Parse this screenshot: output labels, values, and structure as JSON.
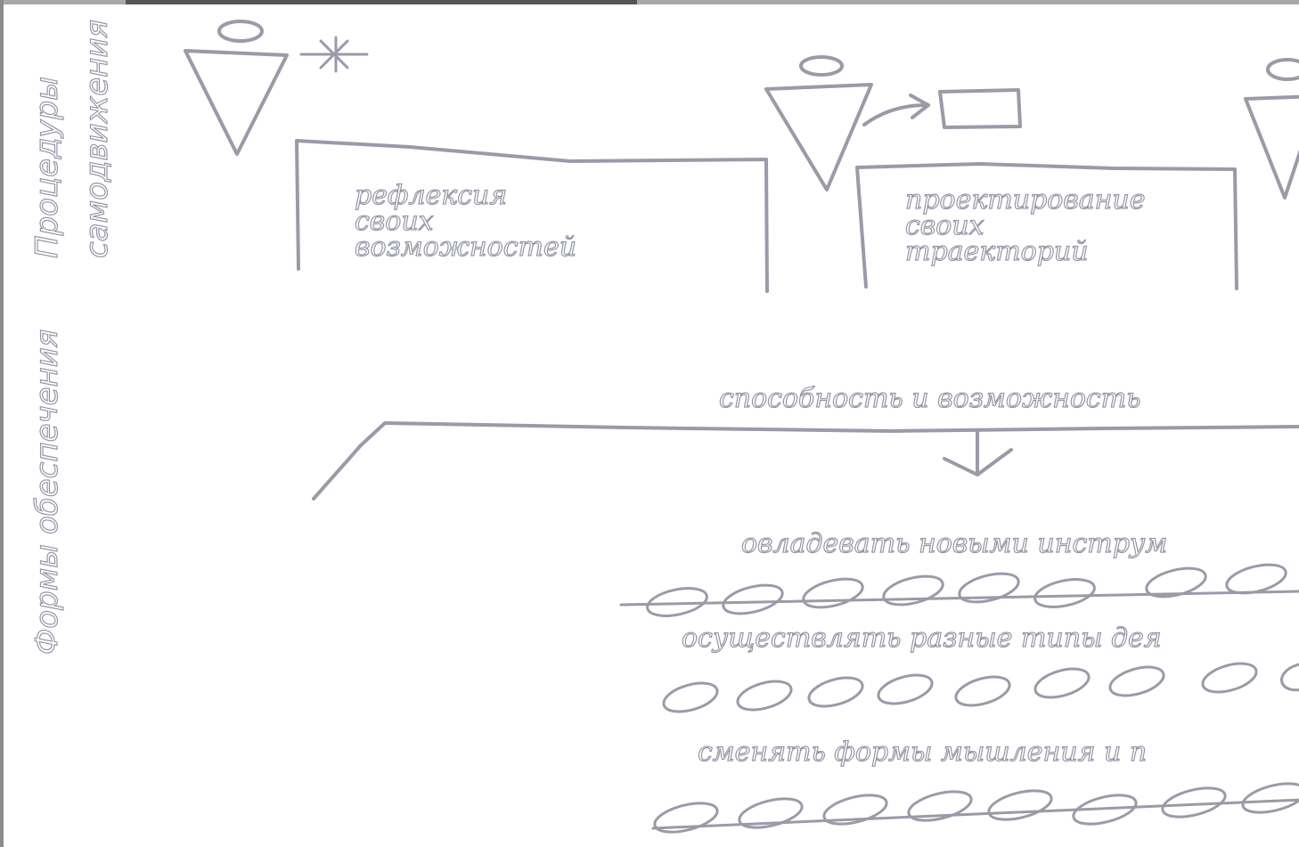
{
  "viewer": {
    "progress_fraction": 0.394
  },
  "side_labels": {
    "procedures_line1": "Процедуры",
    "procedures_line2": "самодвижения",
    "forms": "Формы обеспечения"
  },
  "boxes": [
    {
      "lines": [
        "рефлексия",
        "своих",
        "возможностей"
      ]
    },
    {
      "lines": [
        "проектирование",
        "своих",
        "траекторий"
      ]
    }
  ],
  "heading": "способность и возможность",
  "chains": [
    {
      "label": "овладевать новыми инструм"
    },
    {
      "label": "осуществлять разные типы дея"
    },
    {
      "label": "сменять формы мышления и п"
    }
  ],
  "colors": {
    "stroke": "#9a9aa8",
    "progress_track": "#a9a9a9",
    "progress_fill": "#555555"
  },
  "icons": [
    "person-figure-icon",
    "asterisk-icon",
    "arrow-icon",
    "rectangle-icon",
    "chain-icon"
  ]
}
